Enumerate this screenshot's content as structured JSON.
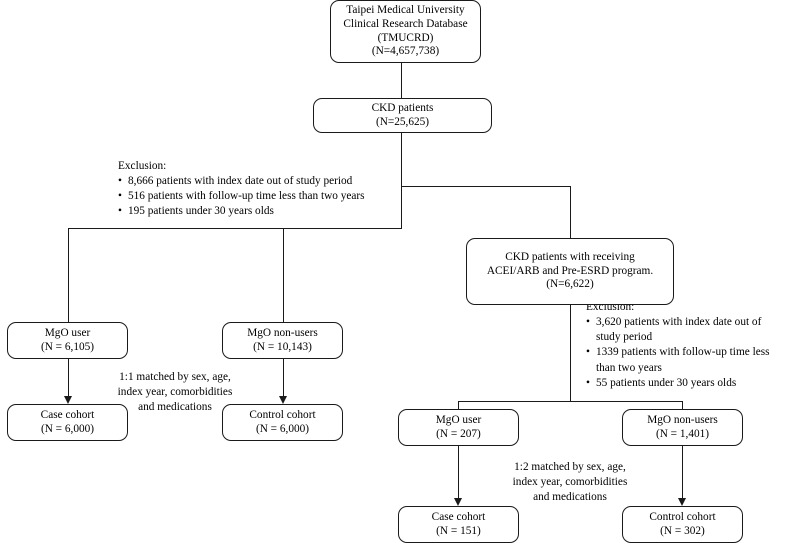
{
  "figure": {
    "type": "flowchart",
    "description": "Patient selection flow diagram for MgO use in CKD cohorts"
  },
  "nodes": {
    "database": {
      "lines": [
        "Taipei Medical University",
        "Clinical Research Database",
        "(TMUCRD)",
        "(N=4,657,738)"
      ]
    },
    "ckd_patients": {
      "lines": [
        "CKD patients",
        "(N=25,625)"
      ]
    },
    "ckd_acei": {
      "lines": [
        "CKD patients with receiving",
        "ACEI/ARB and Pre-ESRD program.",
        "(N=6,622)"
      ]
    },
    "left_mgo_user": {
      "lines": [
        "MgO user",
        "(N = 6,105)"
      ]
    },
    "left_mgo_nonuser": {
      "lines": [
        "MgO non-users",
        "(N = 10,143)"
      ]
    },
    "left_case_cohort": {
      "lines": [
        "Case cohort",
        "(N = 6,000)"
      ]
    },
    "left_control_cohort": {
      "lines": [
        "Control cohort",
        "(N = 6,000)"
      ]
    },
    "right_mgo_user": {
      "lines": [
        "MgO user",
        "(N = 207)"
      ]
    },
    "right_mgo_nonuser": {
      "lines": [
        "MgO non-users",
        "(N = 1,401)"
      ]
    },
    "right_case_cohort": {
      "lines": [
        "Case cohort",
        "(N = 151)"
      ]
    },
    "right_control_cohort": {
      "lines": [
        "Control cohort",
        "(N = 302)"
      ]
    }
  },
  "exclusions": {
    "left": {
      "heading": "Exclusion:",
      "items": [
        "8,666 patients with index date out of study period",
        "516 patients with follow-up time less than two years",
        "195 patients under 30 years olds"
      ]
    },
    "right": {
      "heading": "Exclusion:",
      "items": [
        "3,620 patients with index date out of study period",
        "1339 patients with follow-up time less than two years",
        "55 patients under 30 years olds"
      ]
    }
  },
  "match_notes": {
    "left": [
      "1:1 matched by sex, age,",
      "index year, comorbidities",
      "and medications"
    ],
    "right": [
      "1:2 matched by sex, age,",
      "index year, comorbidities",
      "and medications"
    ]
  },
  "colors": {
    "stroke": "#1a1a1a",
    "background": "#ffffff",
    "text": "#000000"
  }
}
